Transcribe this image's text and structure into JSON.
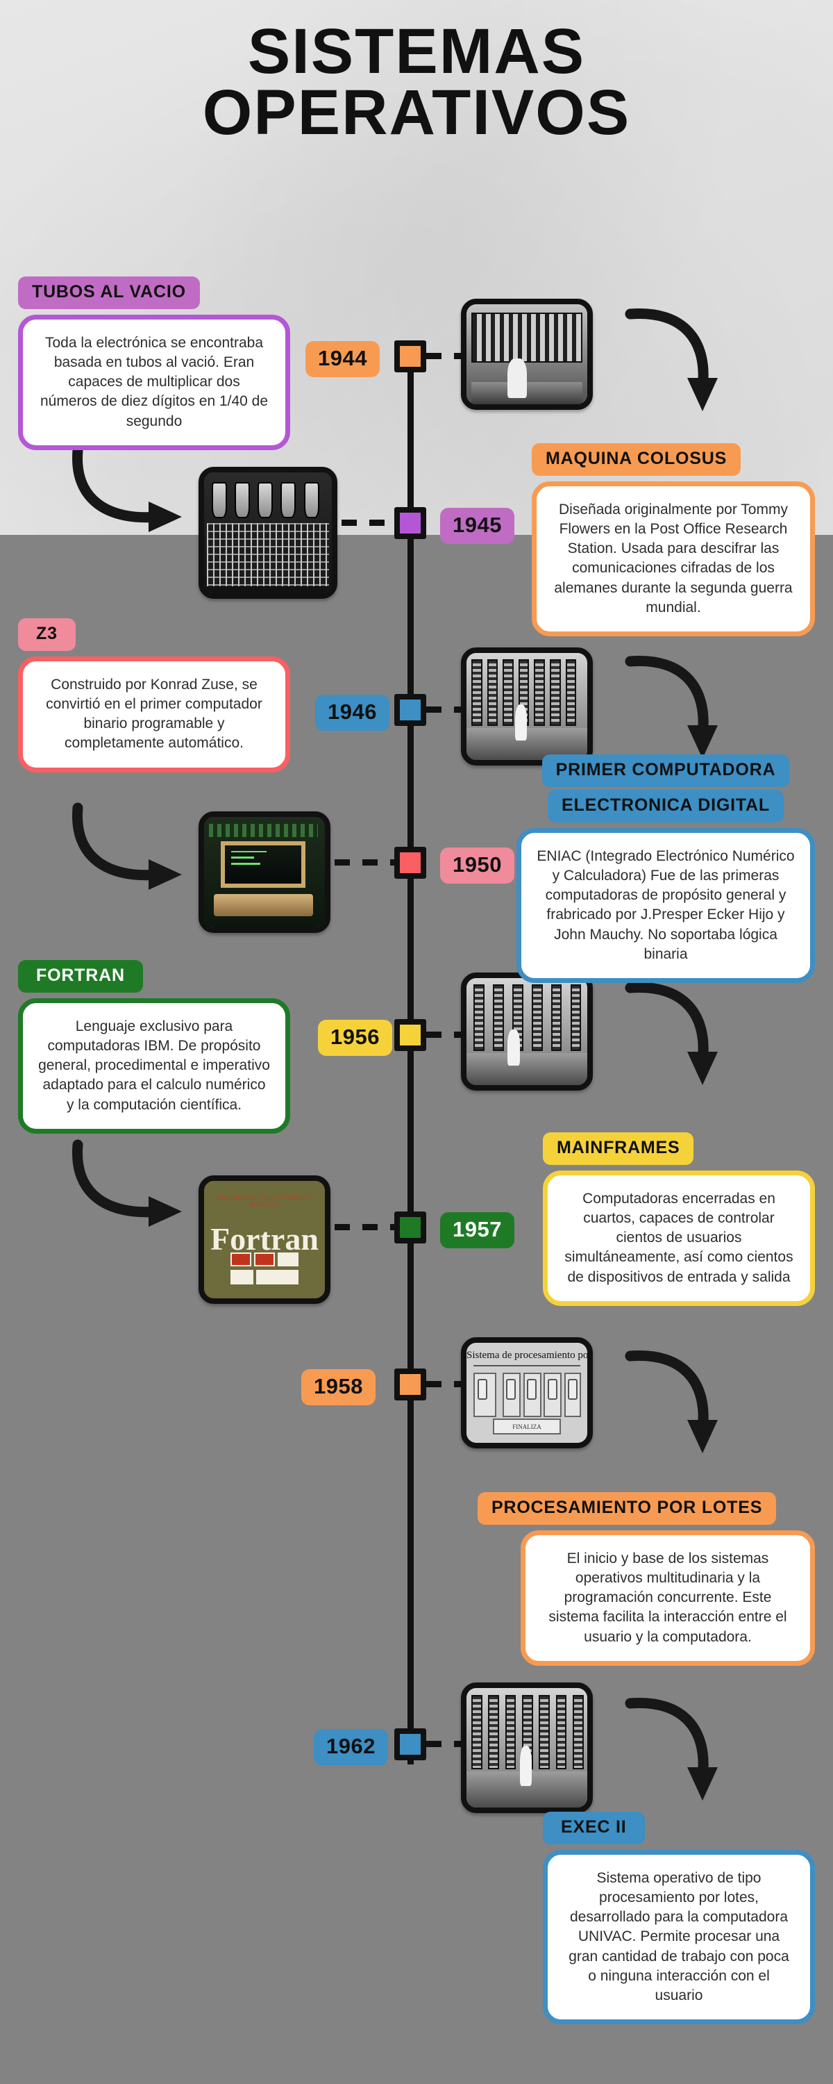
{
  "title": {
    "line1": "SISTEMAS",
    "line2": "OPERATIVOS"
  },
  "colors": {
    "purple": "#b457d6",
    "purple_tag": "#c06cc4",
    "orange": "#f89b52",
    "pink": "#fa5f63",
    "pink_tag": "#f08b9b",
    "blue": "#3d8fc4",
    "yellow": "#f6d23a",
    "green": "#1f7a26",
    "bg_top": "#e9e9e9",
    "bg_bottom": "#838383",
    "ink": "#111111"
  },
  "events": [
    {
      "year": "1944",
      "year_color": "#f89b52",
      "node_color": "#f89b52",
      "side": "left",
      "tag": "TUBOS AL VACIO",
      "tag_color": "#c06cc4",
      "border_color": "#b457d6",
      "text": "Toda la electrónica se encontraba basada en tubos al vació. Eran capaces de multiplicar dos números de diez dígitos en 1/40 de segundo",
      "thumb_name": "vacuum-tubes-photo"
    },
    {
      "year": "1945",
      "year_color": "#c06cc4",
      "node_color": "#b457d6",
      "side": "right",
      "tag": "MAQUINA COLOSUS",
      "tag_color": "#f89b52",
      "border_color": "#f89b52",
      "text": "Diseñada originalmente por Tommy Flowers en la Post Office Research Station. Usada para descifrar las comunicaciones cifradas de los alemanes durante la segunda guerra mundial.",
      "thumb_name": "colossus-machine-photo"
    },
    {
      "year": "1946",
      "year_color": "#3d8fc4",
      "node_color": "#3d8fc4",
      "side": "left",
      "tag": "Z3",
      "tag_color": "#f08b9b",
      "border_color": "#fa5f63",
      "text": "Construido por Konrad Zuse, se convirtió en el primer computador binario programable y completamente automático.",
      "thumb_name": "eniac-room-photo"
    },
    {
      "year": "1950",
      "year_color": "#f08b9b",
      "node_color": "#fa5f63",
      "side": "right",
      "tag": "PRIMER COMPUTADORA",
      "tag2": "ELECTRONICA DIGITAL",
      "tag_color": "#3d8fc4",
      "border_color": "#3d8fc4",
      "text": "ENIAC (Integrado Electrónico Numérico y Calculadora) Fue de las primeras computadoras de propósito general y frabricado por J.Presper Ecker Hijo y John Mauchy. No soportaba lógica binaria",
      "thumb_name": "digital-computer-photo"
    },
    {
      "year": "1956",
      "year_color": "#f6d23a",
      "node_color": "#f6d23a",
      "side": "left",
      "tag": "FORTRAN",
      "tag_color": "#1f7a26",
      "border_color": "#1f7a26",
      "text": "Lenguaje exclusivo para computadoras IBM. De propósito general, procedimental e imperativo adaptado para el calculo numérico y la computación científica.",
      "thumb_name": "ibm-mainframe-photo"
    },
    {
      "year": "1957",
      "year_color": "#1f7a26",
      "node_color": "#1f7a26",
      "side": "right",
      "tag": "MAINFRAMES",
      "tag_color": "#f6d23a",
      "border_color": "#f6d23a",
      "text": "Computadoras encerradas en cuartos, capaces de controlar cientos de usuarios simultáneamente, así como cientos de dispositivos de entrada y salida",
      "thumb_name": "fortran-manual-cover"
    },
    {
      "year": "1958",
      "year_color": "#f89b52",
      "node_color": "#f89b52",
      "side": "right",
      "tag": "PROCESAMIENTO POR LOTES",
      "tag_color": "#f89b52",
      "border_color": "#f89b52",
      "text": "El inicio y base de los sistemas operativos multitudinaria y la programación concurrente. Este sistema facilita la interacción entre el usuario y la computadora.",
      "thumb_name": "batch-processing-diagram"
    },
    {
      "year": "1962",
      "year_color": "#3d8fc4",
      "node_color": "#3d8fc4",
      "side": "right",
      "tag": "EXEC II",
      "tag_color": "#3d8fc4",
      "border_color": "#3d8fc4",
      "text": "Sistema operativo de tipo procesamiento por lotes, desarrollado para la computadora UNIVAC. Permite procesar una gran cantidad de trabajo con poca o ninguna interacción con el usuario",
      "thumb_name": "univac-technician-photo"
    }
  ],
  "thumb_art": {
    "fortran_cover_title": "Fortran",
    "fortran_cover_sub": "PROGRAMMER'S REFERENCE MANUAL",
    "diagram_heading": "Sistema de procesamiento por lotes",
    "diagram_footer": "FINALIZA"
  }
}
